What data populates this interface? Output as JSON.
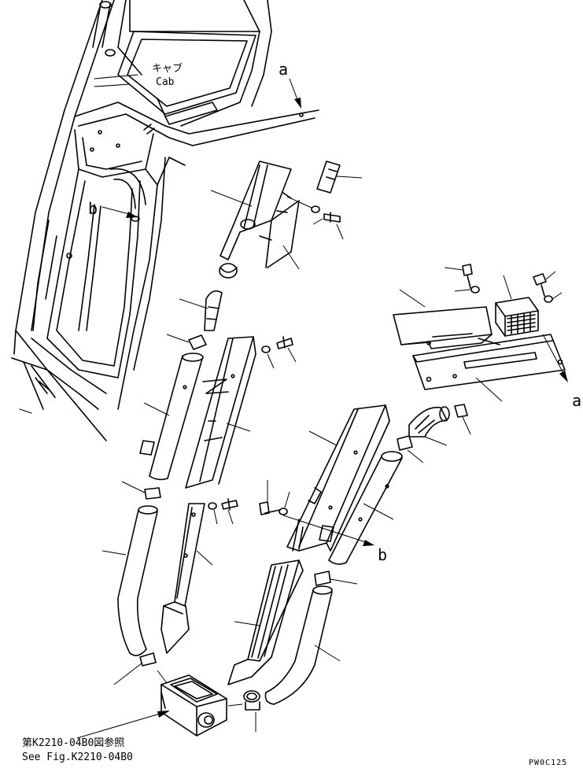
{
  "labels": {
    "cab_jp": "キャブ",
    "cab_en": "Cab",
    "ref_a": "a",
    "ref_b": "b",
    "ref_a_arrow": "a",
    "ref_b_arrow": "b",
    "see_fig_jp": "第K2210-04B0図参照",
    "see_fig_en": "See Fig.K2210-04B0",
    "drawing_code": "PW0C125"
  }
}
